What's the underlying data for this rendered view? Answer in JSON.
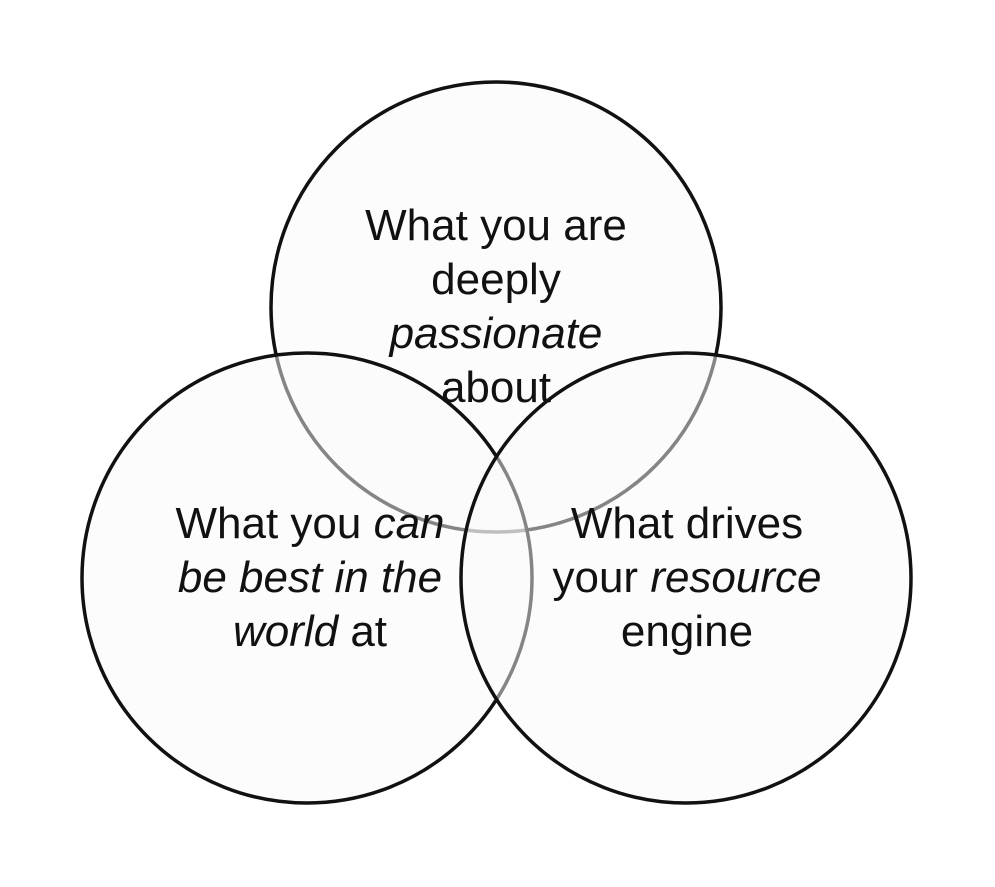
{
  "diagram": {
    "circles": [
      {
        "id": "passion",
        "lines": [
          [
            {
              "text": "What you are",
              "italic": false
            }
          ],
          [
            {
              "text": "deeply",
              "italic": false
            }
          ],
          [
            {
              "text": "passionate",
              "italic": true
            }
          ],
          [
            {
              "text": "about",
              "italic": false
            }
          ]
        ]
      },
      {
        "id": "best-in-world",
        "lines": [
          [
            {
              "text": "What you ",
              "italic": false
            },
            {
              "text": "can",
              "italic": true
            }
          ],
          [
            {
              "text": "be best in the",
              "italic": true
            }
          ],
          [
            {
              "text": "world",
              "italic": true
            },
            {
              "text": " at",
              "italic": false
            }
          ]
        ]
      },
      {
        "id": "resource-engine",
        "lines": [
          [
            {
              "text": "What drives",
              "italic": false
            }
          ],
          [
            {
              "text": "your ",
              "italic": false
            },
            {
              "text": "resource",
              "italic": true
            }
          ],
          [
            {
              "text": "engine",
              "italic": false
            }
          ]
        ]
      }
    ],
    "colors": {
      "stroke": "#111111",
      "fill": "#fafafa",
      "text": "#111111"
    }
  }
}
